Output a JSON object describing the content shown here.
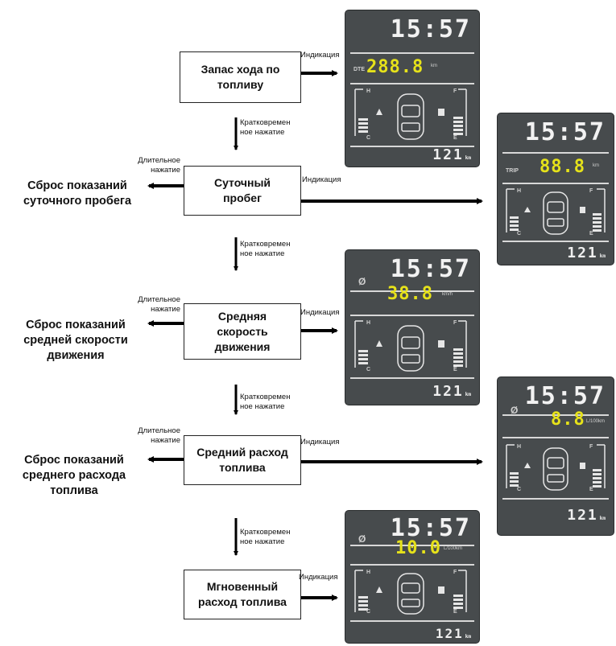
{
  "modes": [
    {
      "label": "Запас хода по\nтопливу"
    },
    {
      "label": "Суточный\nпробег"
    },
    {
      "label": "Средняя\nскорость\nдвижения"
    },
    {
      "label": "Средний расход\nтоплива"
    },
    {
      "label": "Мгновенный\nрасход топлива"
    }
  ],
  "resets": [
    "Сброс показаний\nсуточного пробега",
    "Сброс показаний\nсредней скорости\nдвижения",
    "Сброс показаний\nсреднего расхода\nтоплива"
  ],
  "labels": {
    "indication": "Индикация",
    "short_press": "Кратковремен\nное нажатие",
    "long_press": "Длительное\nнажатие"
  },
  "displays": [
    {
      "clock": "15:57",
      "label": "DTE",
      "value": "288.8",
      "unit": "km",
      "odometer": "121",
      "odo_unit": "km"
    },
    {
      "clock": "15:57",
      "label": "TRIP",
      "value": "88.8",
      "unit": "km",
      "odometer": "121",
      "odo_unit": "km"
    },
    {
      "clock": "15:57",
      "label": "Ø",
      "value": "38.8",
      "unit": "km/h",
      "odometer": "121",
      "odo_unit": "km"
    },
    {
      "clock": "15:57",
      "label": "Ø",
      "value": "8.8",
      "unit": "L/100km",
      "odometer": "121",
      "odo_unit": "km"
    },
    {
      "clock": "15:57",
      "label": "Ø",
      "value": "10.0",
      "unit": "L/100km",
      "odometer": "121",
      "odo_unit": "km"
    }
  ],
  "gauge_labels": {
    "h": "H",
    "c": "C",
    "f": "F",
    "e": "E"
  },
  "colors": {
    "display_bg": "#474b4d",
    "value": "#e6e21a",
    "text": "#f2f2f2"
  }
}
